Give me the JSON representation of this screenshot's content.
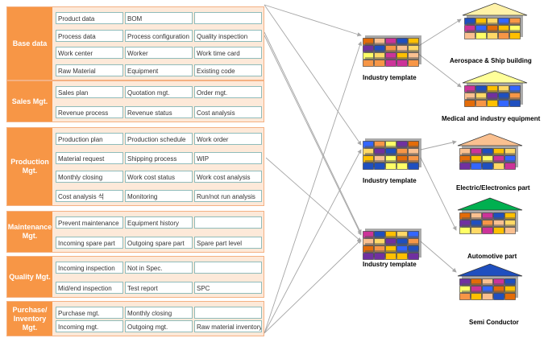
{
  "groups": [
    {
      "label": "Base data",
      "rows": [
        [
          "Product data",
          "BOM",
          ""
        ],
        [
          "Process data",
          "Process configuration",
          "Quality inspection"
        ],
        [
          "Work center",
          "Worker",
          "Work time card"
        ],
        [
          "Raw Material",
          "Equipment",
          "Existing code"
        ]
      ]
    },
    {
      "label": "Sales Mgt.",
      "rows": [
        [
          "Sales plan",
          "Quotation mgt.",
          "Order mgt."
        ],
        [
          "Revenue process",
          "Revenue status",
          "Cost analysis"
        ]
      ]
    },
    {
      "label": "Production Mgt.",
      "rows": [
        [
          "Production plan",
          "Production schedule",
          "Work order"
        ],
        [
          "Material request",
          "Shipping process",
          "WIP"
        ],
        [
          "Monthly closing",
          "Work cost status",
          "Work cost analysis"
        ],
        [
          "Cost analysis 석",
          "Monitoring",
          "Run/not run analysis"
        ]
      ]
    },
    {
      "label": "Maintenance Mgt.",
      "rows": [
        [
          "Prevent maintenance",
          "Equipment history",
          ""
        ],
        [
          "Incoming spare part",
          "Outgoing spare part",
          "Spare part level"
        ]
      ]
    },
    {
      "label": "Quality Mgt.",
      "rows": [
        [
          "Incoming inspection",
          "Not in Spec.",
          ""
        ],
        [
          "Mid/end inspection",
          "Test report",
          "SPC"
        ]
      ]
    },
    {
      "label": "Purchase/ Inventory Mgt.",
      "rows": [
        [
          "Purchase mgt.",
          "Monthly closing",
          ""
        ],
        [
          "Incoming mgt.",
          "Outgoing mgt.",
          "Raw material inventory"
        ]
      ]
    }
  ],
  "templates": [
    {
      "label": "Industry template"
    },
    {
      "label": "Industry template"
    },
    {
      "label": "Industry template"
    }
  ],
  "industries": [
    {
      "label": "Aerospace & Ship building"
    },
    {
      "label": "Medical and industry equipment"
    },
    {
      "label": "Electric/Electronics part"
    },
    {
      "label": "Automotive part"
    },
    {
      "label": "Semi Conductor"
    }
  ],
  "colors": {
    "group_label_bg": "#f79646",
    "group_bg": "#fde9d9",
    "cell_border": "#8fbcbb",
    "arrow": "#a6a6a6",
    "block_palette": [
      "#f79646",
      "#e36c09",
      "#1f4fbf",
      "#3366ff",
      "#7030a0",
      "#cc3399",
      "#ffd966",
      "#ffff66",
      "#fac090",
      "#ffc000"
    ],
    "roof_palette": [
      "#fff2a8",
      "#ffff99",
      "#fac090",
      "#00b050",
      "#1f4fbf"
    ]
  }
}
